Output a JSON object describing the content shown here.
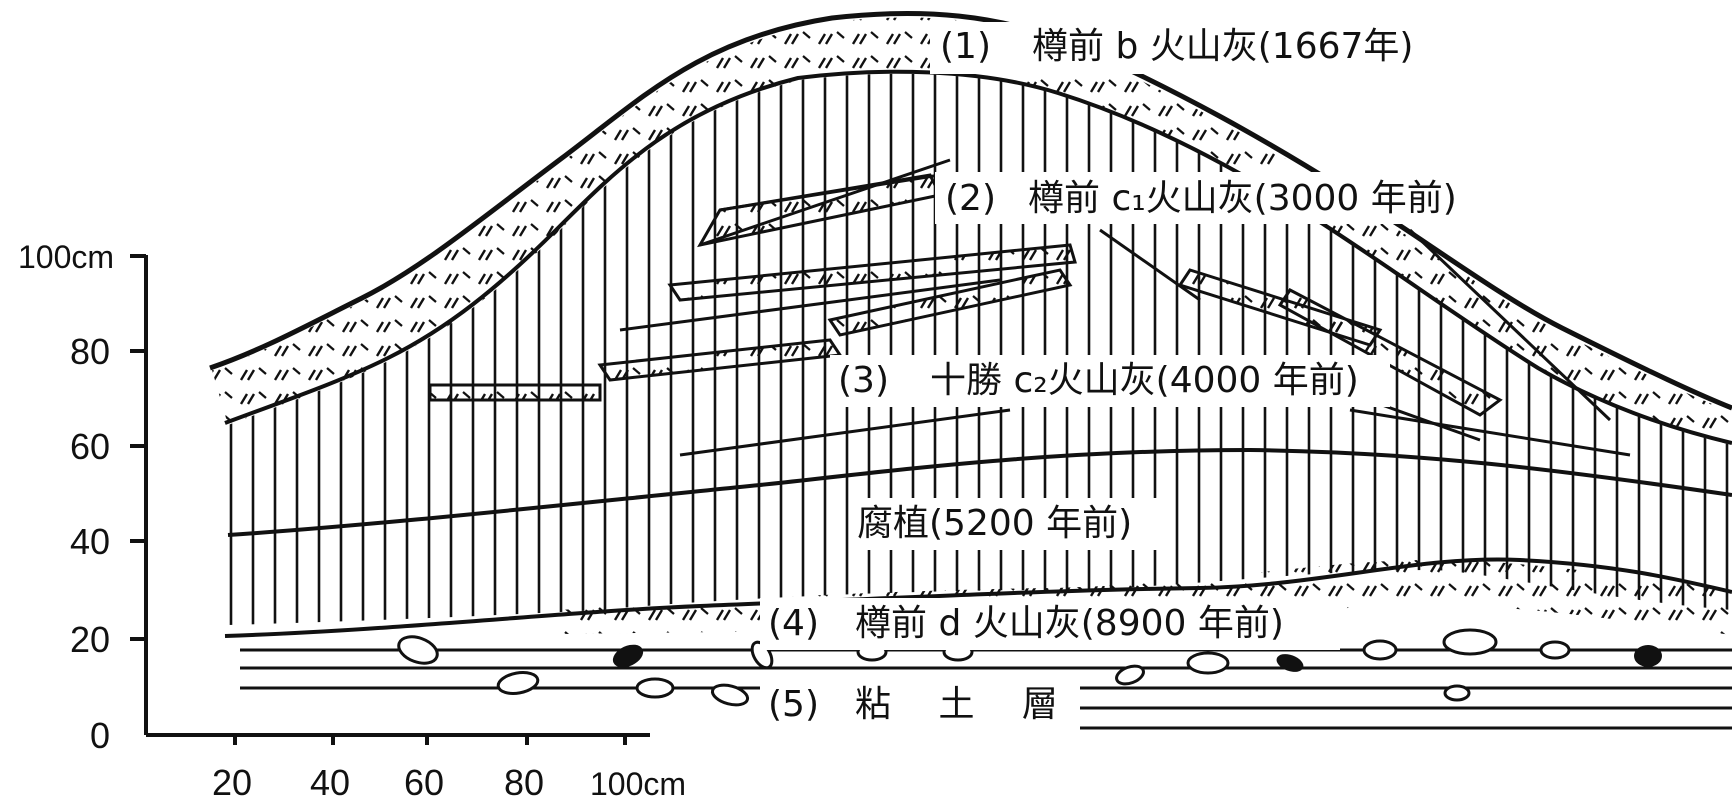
{
  "axes": {
    "y": {
      "unit_label": "100cm",
      "ticks": [
        "80",
        "60",
        "40",
        "20",
        "0"
      ]
    },
    "x": {
      "ticks": [
        "20",
        "40",
        "60",
        "80"
      ],
      "unit_label": "100cm"
    }
  },
  "layers": [
    {
      "number": "(1)",
      "name": "樽前 b 火山灰(1667年)"
    },
    {
      "number": "(2)",
      "name": "樽前 c₁火山灰(3000 年前)"
    },
    {
      "number": "(3)",
      "name": "十勝 c₂火山灰(4000 年前)"
    },
    {
      "number": "",
      "name": "腐植(5200 年前)"
    },
    {
      "number": "(4)",
      "name": "樽前 d 火山灰(8900 年前)"
    },
    {
      "number": "(5)",
      "name": "粘 土 層"
    }
  ]
}
